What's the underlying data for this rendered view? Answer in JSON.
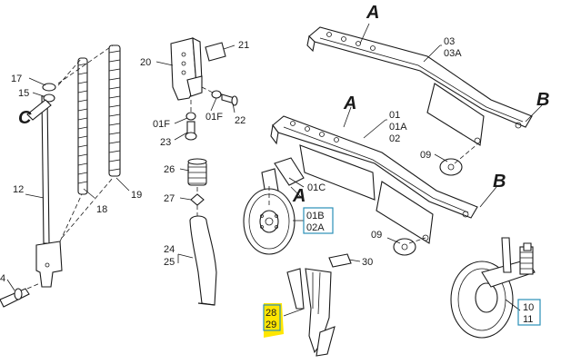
{
  "diagram": {
    "callouts": {
      "A1": "A",
      "A2": "A",
      "A3": "A",
      "B1": "B",
      "B2": "B",
      "C1": "C",
      "p03": "03",
      "p03A": "03A",
      "p01": "01",
      "p01A": "01A",
      "p02": "02",
      "p09a": "09",
      "p09b": "09",
      "p01C": "01C",
      "p01B": "01B",
      "p02A": "02A",
      "p20": "20",
      "p21": "21",
      "p01F1": "01F",
      "p01F2": "01F",
      "p22": "22",
      "p23": "23",
      "p26": "26",
      "p27": "27",
      "p24": "24",
      "p25": "25",
      "p17": "17",
      "p15": "15",
      "p12": "12",
      "p18": "18",
      "p19": "19",
      "p4": "4",
      "p30": "30",
      "p28": "28",
      "p29": "29",
      "p10": "10",
      "p11": "11"
    },
    "colors": {
      "highlight": "#ffe600",
      "box": "#2a8fb8",
      "ink": "#1a1a1a"
    }
  }
}
